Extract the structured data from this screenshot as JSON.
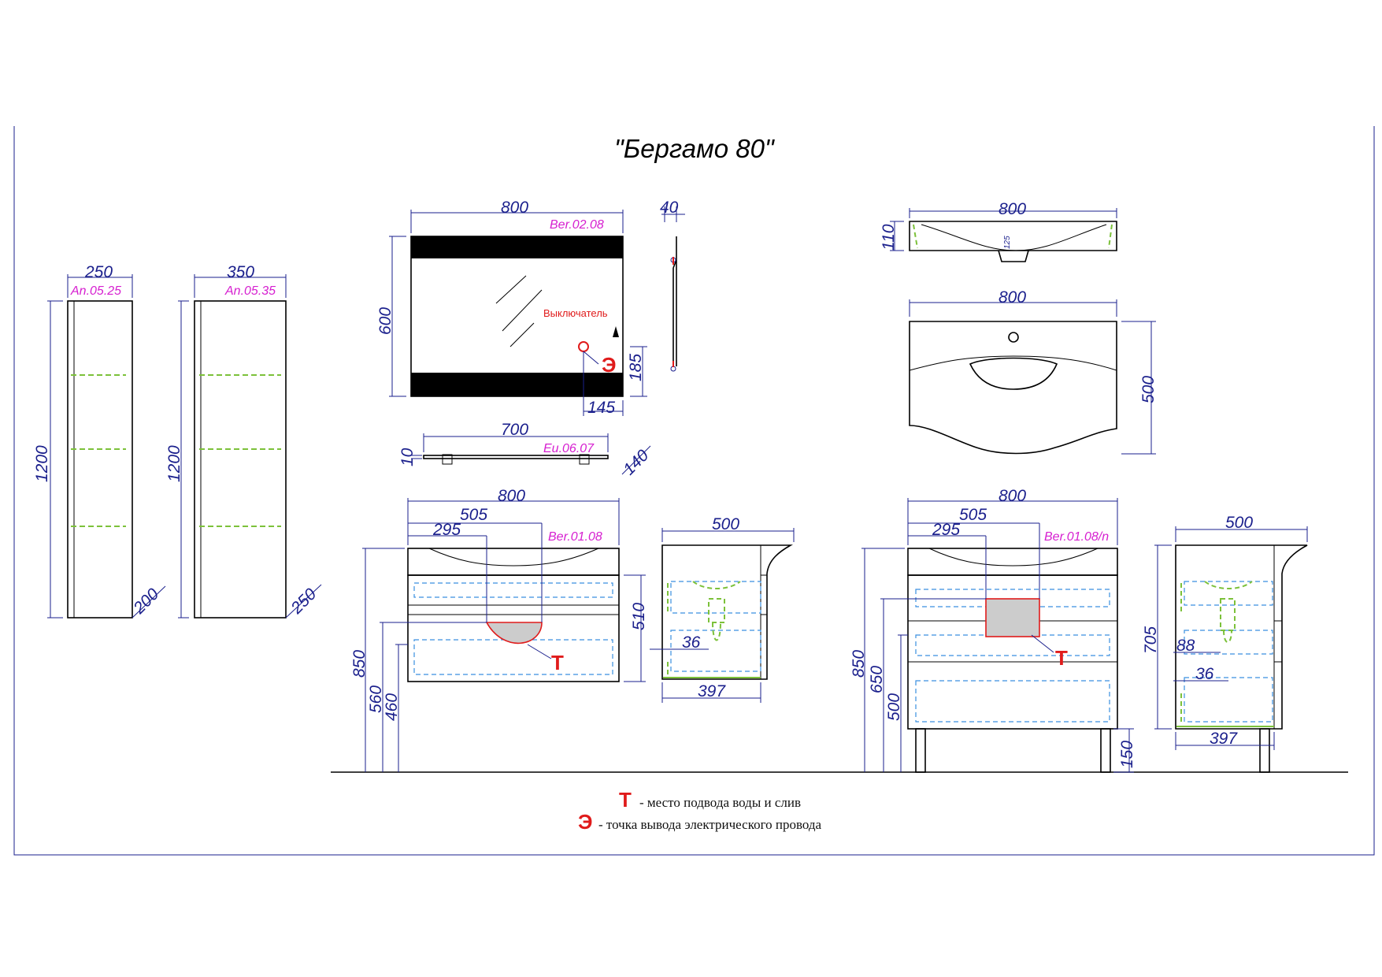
{
  "title": "\"Бергамо 80\"",
  "colors": {
    "dimension": "#1a1f8c",
    "code": "#d61fd0",
    "marker": "#e01b1b",
    "shelf": "#7cc13a",
    "hidden": "#3a8fe0"
  },
  "cabinet_small": {
    "code": "An.05.25",
    "width": "250",
    "height": "1200",
    "depth": "200"
  },
  "cabinet_large": {
    "code": "An.05.35",
    "width": "350",
    "height": "1200",
    "depth": "250"
  },
  "mirror": {
    "code": "Ber.02.08",
    "width": "800",
    "height": "600",
    "depth": "40",
    "switch_height": "185",
    "switch_offset": "145",
    "switch_label": "Выключатель",
    "electric_marker": "Э"
  },
  "shelf": {
    "code": "Eu.06.07",
    "width": "700",
    "thickness": "10",
    "depth": "140"
  },
  "basin_top": {
    "width": "800",
    "height": "110",
    "inner": "125"
  },
  "basin_plan": {
    "width": "800",
    "depth": "500"
  },
  "vanity_wall": {
    "code": "Ber.01.08",
    "width": "800",
    "offset_1": "505",
    "offset_2": "295",
    "height_total": "850",
    "h_560": "560",
    "h_460": "460",
    "body": "510",
    "water_marker": "Т"
  },
  "vanity_wall_side": {
    "depth": "500",
    "inner": "397",
    "pipe": "36"
  },
  "vanity_floor": {
    "code": "Ber.01.08/n",
    "width": "800",
    "offset_1": "505",
    "offset_2": "295",
    "height_total": "850",
    "h_650": "650",
    "h_500": "500",
    "legs": "150",
    "water_marker": "Т"
  },
  "vanity_floor_side": {
    "depth": "500",
    "inner": "397",
    "body": "705",
    "pipe_1": "88",
    "pipe_2": "36"
  },
  "legend": {
    "t_symbol": "Т",
    "t_text": "- место подвода воды и слив",
    "e_symbol": "Э",
    "e_text": "-  точка вывода электрического провода"
  }
}
